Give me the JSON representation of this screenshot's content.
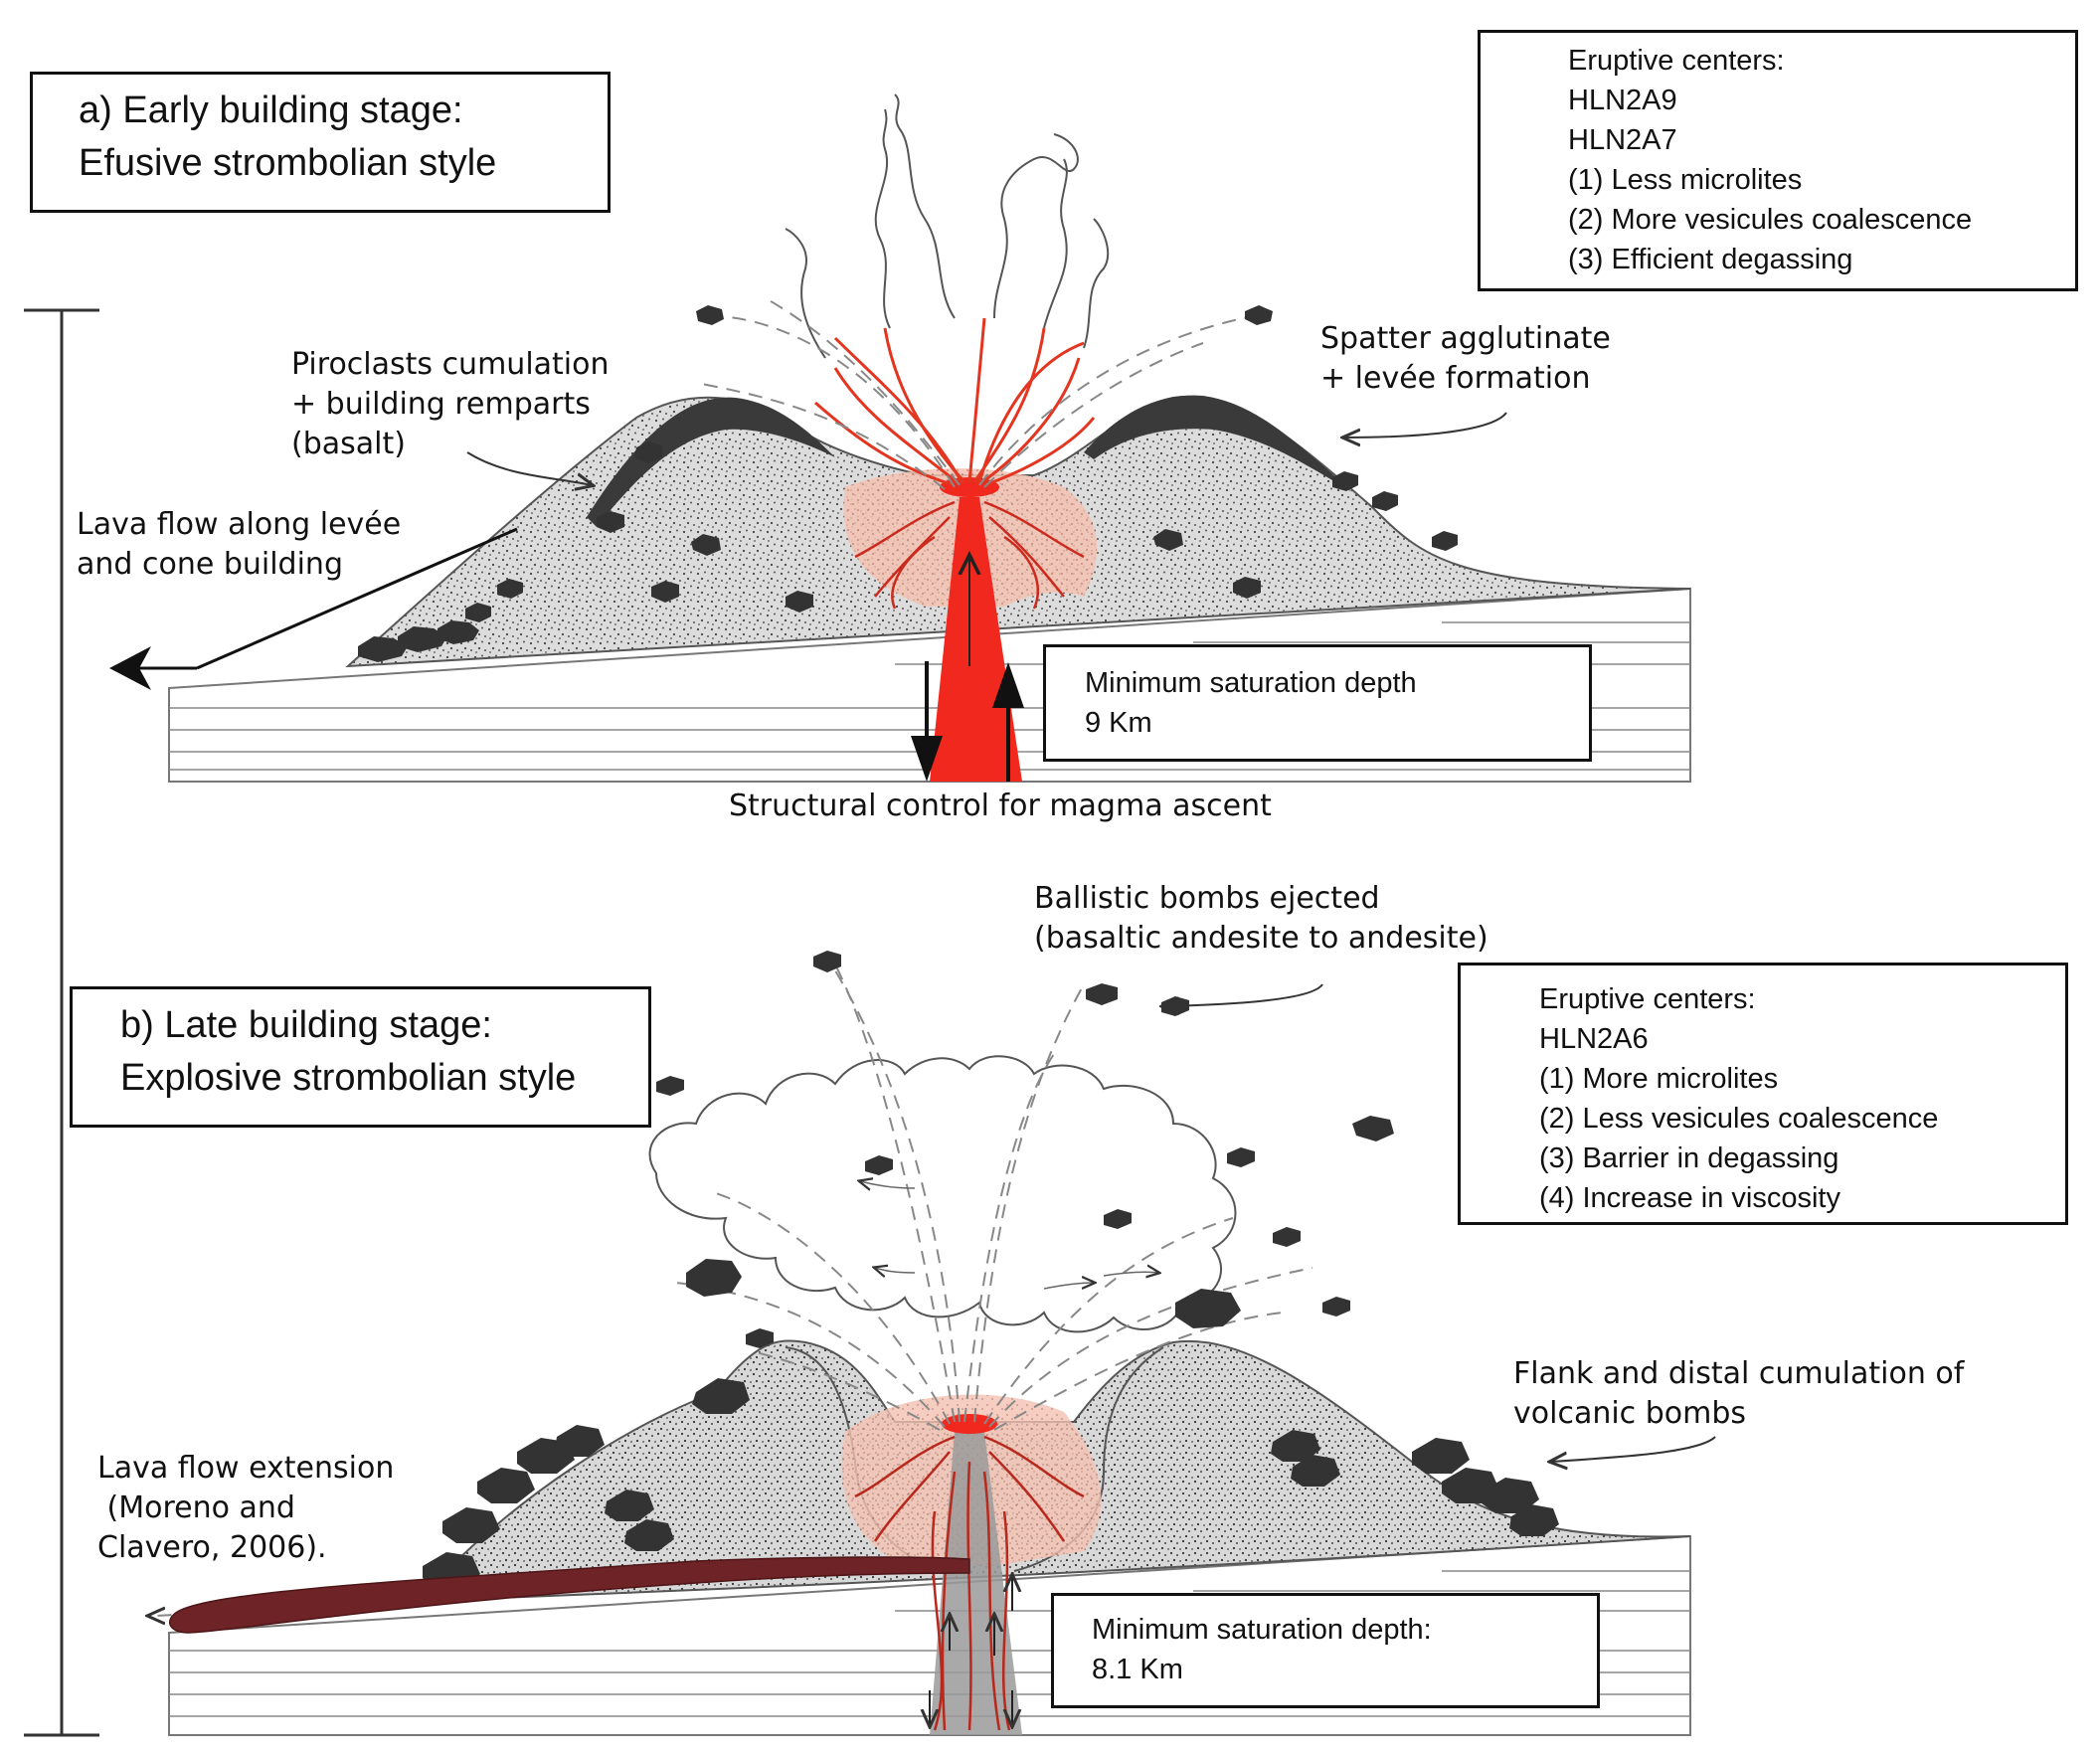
{
  "stage_a": {
    "title_line1": "a) Early building stage:",
    "title_line2": "Efusive strombolian style",
    "eruptive_centers": [
      "Eruptive centers:",
      "HLN2A9",
      "HLN2A7",
      "(1) Less microlites",
      "(2) More vesicules coalescence",
      "(3) Efficient degassing"
    ],
    "annotations": {
      "piroclasts": [
        "Piroclasts cumulation",
        "+ building remparts",
        "(basalt)"
      ],
      "spatter": [
        "Spatter agglutinate",
        "+ levée formation"
      ],
      "lava_flow": [
        "Lava flow along levée",
        "and cone building"
      ]
    },
    "saturation_depth": [
      "Minimum saturation depth",
      "9 Km"
    ],
    "structural_control": "Structural control for magma ascent"
  },
  "stage_b": {
    "title_line1": "b) Late building stage:",
    "title_line2": "Explosive strombolian style",
    "eruptive_centers": [
      "Eruptive centers:",
      "HLN2A6",
      "(1) More microlites",
      "(2) Less vesicules coalescence",
      "(3) Barrier in degassing",
      "(4) Increase in viscosity"
    ],
    "annotations": {
      "bombs": [
        "Ballistic bombs ejected",
        "(basaltic andesite to andesite)"
      ],
      "flank": [
        "Flank and distal cumulation of",
        "volcanic bombs"
      ],
      "lava_ext": [
        "Lava flow extension",
        " (Moreno and",
        "Clavero, 2006)."
      ]
    },
    "saturation_depth": [
      "Minimum saturation depth:",
      "8.1 Km"
    ]
  },
  "colors": {
    "magma": "#f0281e",
    "magma_halo": "#f2b8a6",
    "cone_fill": "#dedede",
    "scoria": "#333333",
    "lava_dark": "#6e2326",
    "conduit_grey": "#9a9a9a"
  }
}
